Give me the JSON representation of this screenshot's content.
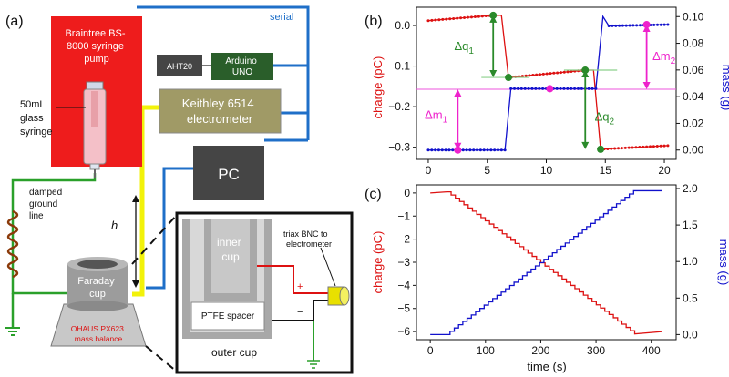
{
  "panel_a": {
    "label": "(a)",
    "pump": "Braintree BS-8000 syringe pump",
    "pump_line1": "Braintree BS-",
    "pump_line2": "8000 syringe",
    "pump_line3": "pump",
    "syringe_line1": "50mL",
    "syringe_line2": "glass",
    "syringe_line3": "syringe",
    "serial": "serial",
    "aht20": "AHT20",
    "arduino_line1": "Arduino",
    "arduino_line2": "UNO",
    "keithley_line1": "Keithley 6514",
    "keithley_line2": "electrometer",
    "pc": "PC",
    "ground_line1": "damped",
    "ground_line2": "ground",
    "ground_line3": "line",
    "h": "h",
    "faraday_line1": "Faraday",
    "faraday_line2": "cup",
    "balance_line1": "OHAUS PX623",
    "balance_line2": "mass balance",
    "inner_line1": "inner",
    "inner_line2": "cup",
    "spacer": "PTFE spacer",
    "outer": "outer cup",
    "triax_line1": "triax BNC to",
    "triax_line2": "electrometer",
    "plus": "+",
    "minus": "−",
    "colors": {
      "pump_red": "#ee1c1c",
      "serial_blue": "#1f6fc8",
      "keithley": "#a09a66",
      "arduino": "#2a5e2a",
      "dark_box": "#454545",
      "wire_yellow": "#f2f20a",
      "wire_green": "#2aa02a"
    }
  },
  "panel_b": {
    "label": "(b)",
    "ylabel_left": "charge (pC)",
    "ylabel_right": "mass (g)",
    "dq1": "Δq",
    "dq1_sub": "1",
    "dq2": "Δq",
    "dq2_sub": "2",
    "dm1": "Δm",
    "dm1_sub": "1",
    "dm2": "Δm",
    "dm2_sub": "2"
  },
  "panel_c": {
    "label": "(c)",
    "ylabel_left": "charge (pC)",
    "ylabel_right": "mass (g)",
    "xlabel": "time (s)"
  },
  "chart_data": [
    {
      "type": "line",
      "panel": "(b)",
      "xlim": [
        -1,
        21
      ],
      "x_ticks": [
        "0",
        "5",
        "10",
        "15",
        "20"
      ],
      "y_left_ticks": [
        "0.0",
        "−0.1",
        "−0.2",
        "−0.3"
      ],
      "y_right_ticks": [
        "0.00",
        "0.02",
        "0.04",
        "0.06",
        "0.08",
        "0.10"
      ],
      "ylim_left": [
        -0.33,
        0.045
      ],
      "ylim_right": [
        -0.007,
        0.107
      ],
      "series": [
        {
          "axis": "left",
          "color": "#dd1111",
          "x": [
            0,
            5.5,
            6.2,
            6.8,
            13.3,
            14.0,
            14.6,
            20.3
          ],
          "y": [
            0.012,
            0.025,
            0.025,
            -0.128,
            -0.11,
            -0.11,
            -0.305,
            -0.296
          ]
        },
        {
          "axis": "right",
          "color": "#1111cc",
          "x": [
            0,
            6.5,
            7.0,
            14.2,
            14.8,
            15.3,
            20.3
          ],
          "y": [
            0.0,
            0.0,
            0.046,
            0.046,
            0.1,
            0.093,
            0.094
          ]
        }
      ],
      "guides": [
        {
          "type": "hline",
          "axis": "left",
          "y": -0.157,
          "color": "#ee55dd"
        }
      ]
    },
    {
      "type": "line",
      "panel": "(c)",
      "xlabel": "time (s)",
      "xlim": [
        -25,
        445
      ],
      "x_ticks": [
        "0",
        "100",
        "200",
        "300",
        "400"
      ],
      "y_left_ticks": [
        "0",
        "−1",
        "−2",
        "−3",
        "−4",
        "−5",
        "−6"
      ],
      "y_right_ticks": [
        "0.0",
        "0.5",
        "1.0",
        "1.5",
        "2.0"
      ],
      "ylim_left": [
        -6.35,
        0.35
      ],
      "ylim_right": [
        -0.07,
        2.05
      ],
      "series": [
        {
          "axis": "left",
          "color": "#dd1111",
          "x": [
            0,
            30,
            370,
            420
          ],
          "y": [
            0,
            0.05,
            -6.1,
            -6.0
          ]
        },
        {
          "axis": "right",
          "color": "#1111cc",
          "x": [
            0,
            28,
            368,
            420
          ],
          "y": [
            0,
            0,
            1.97,
            1.97
          ]
        }
      ]
    }
  ]
}
